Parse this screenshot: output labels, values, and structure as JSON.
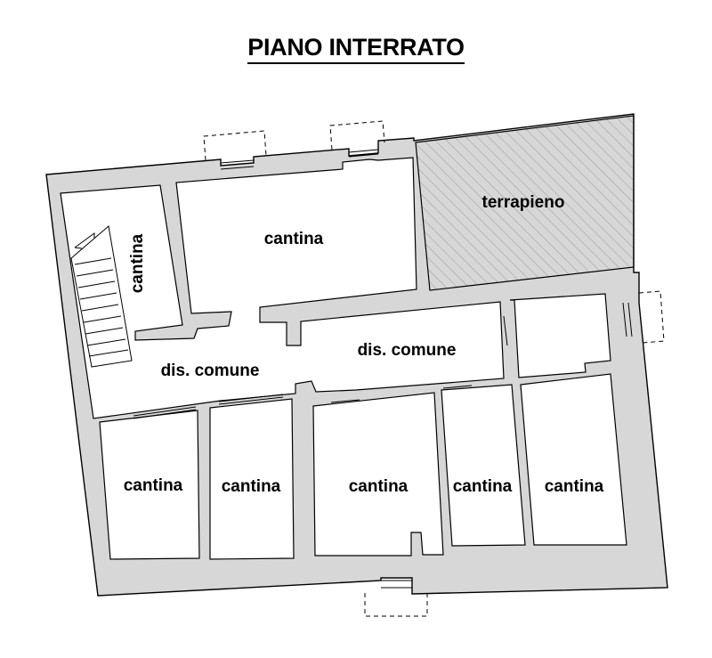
{
  "title": "PIANO INTERRATO",
  "colors": {
    "wall": "#d7d7d7",
    "outline": "#000000",
    "hatch": "#9a9a9a",
    "background": "#ffffff"
  },
  "labels": {
    "terrapieno": "terrapieno",
    "cantina_top": "cantina",
    "cantina_vertical": "cantina",
    "dis_comune_left": "dis. comune",
    "dis_comune_right": "dis. comune",
    "cantina_1": "cantina",
    "cantina_2": "cantina",
    "cantina_3": "cantina",
    "cantina_4": "cantina",
    "cantina_5": "cantina"
  }
}
